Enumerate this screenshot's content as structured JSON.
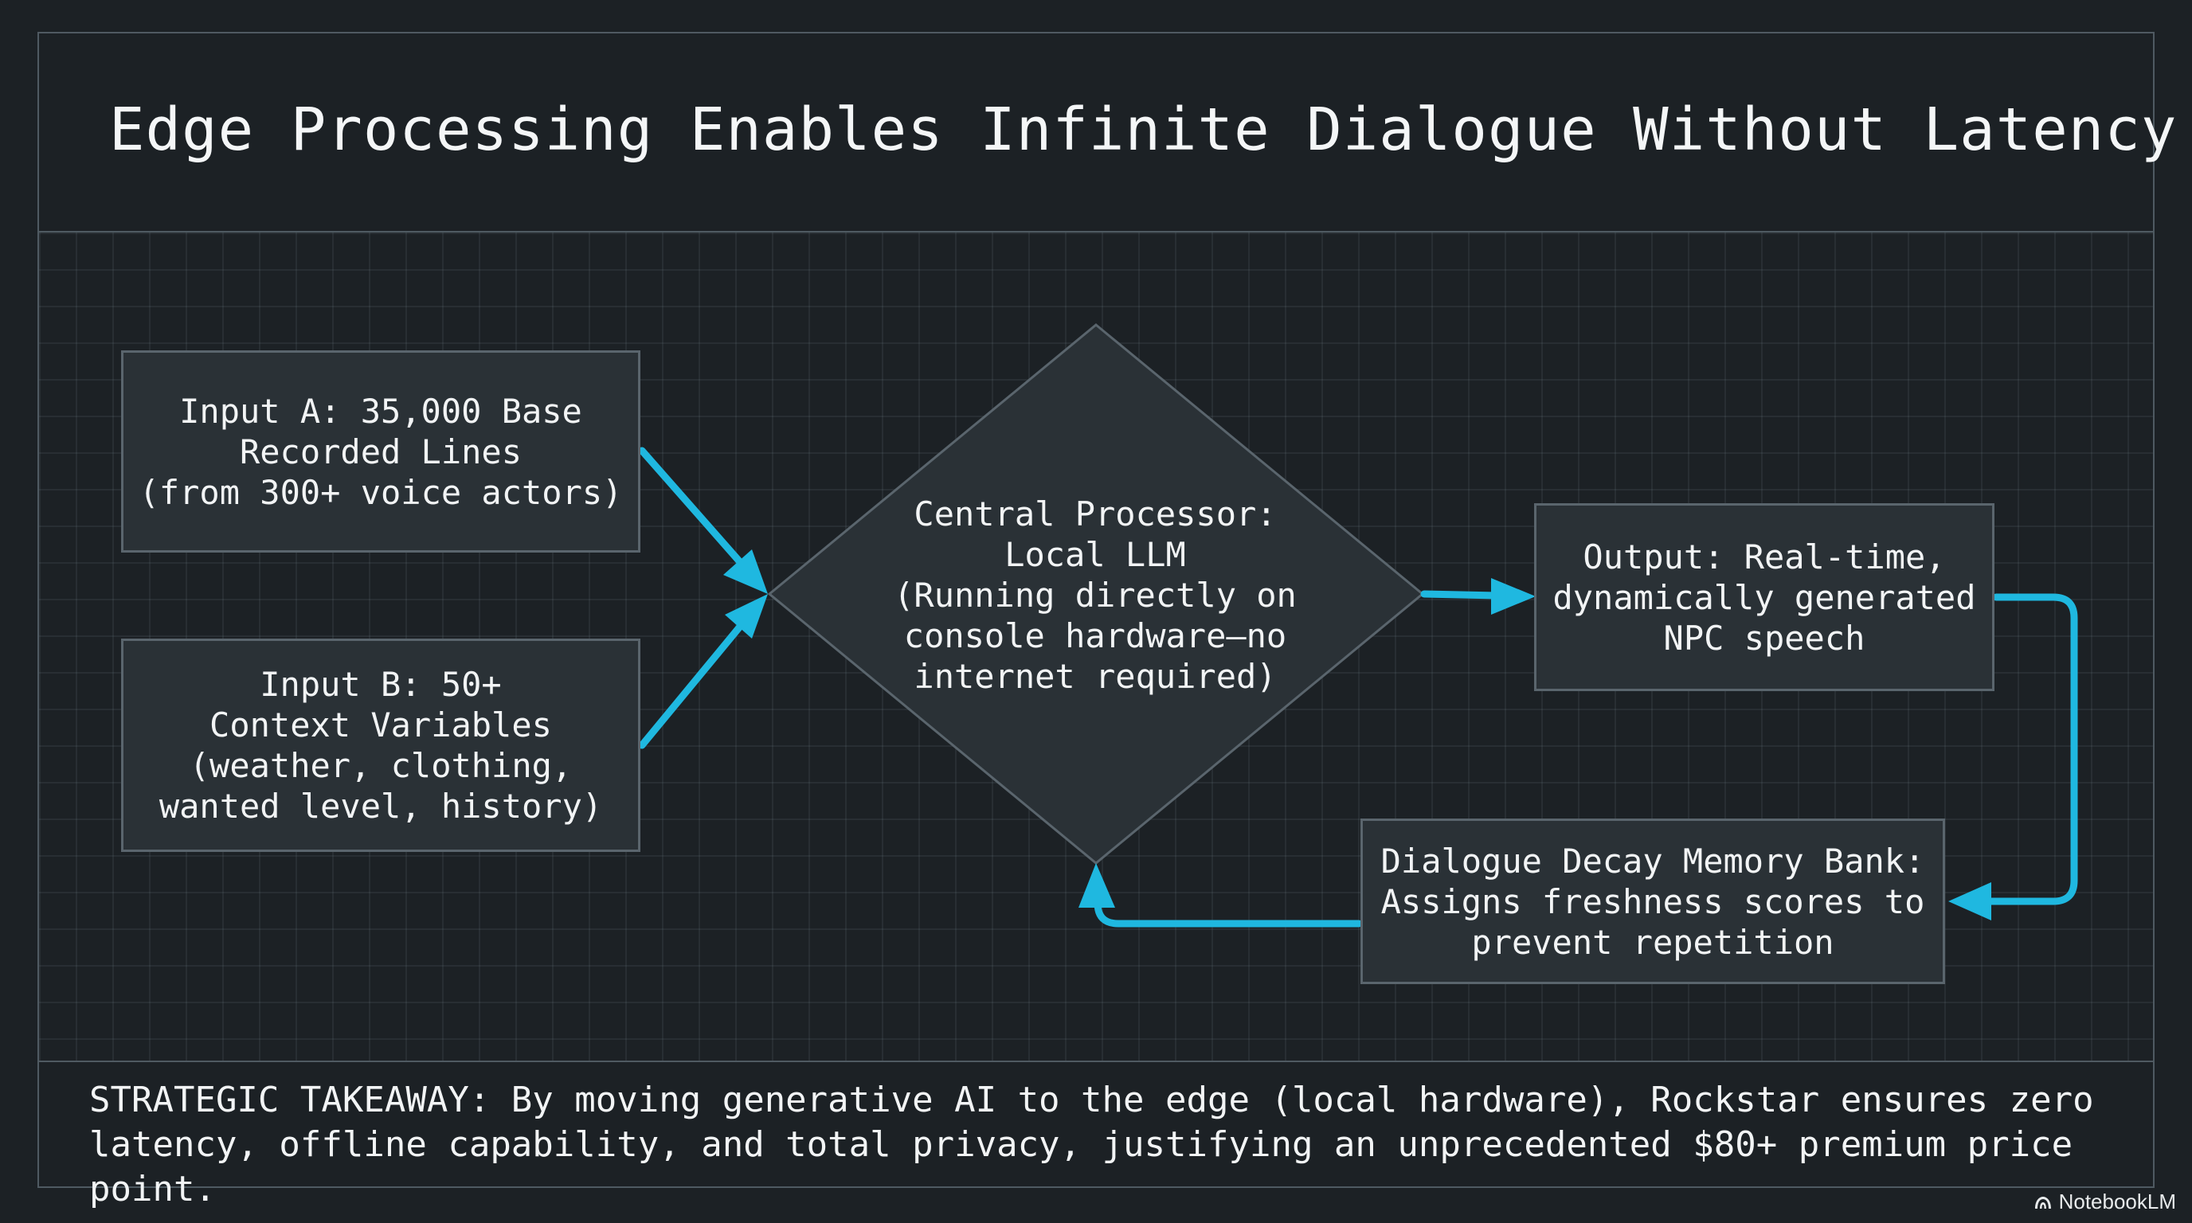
{
  "slide": {
    "title": "Edge Processing Enables Infinite Dialogue Without Latency",
    "takeaway": "STRATEGIC TAKEAWAY: By moving generative AI to the edge (local hardware), Rockstar ensures zero\nlatency, offline capability, and total privacy, justifying an unprecedented $80+ premium price point."
  },
  "nodes": {
    "input_a": "Input A: 35,000 Base\nRecorded Lines\n(from 300+ voice actors)",
    "input_b": "Input B: 50+\nContext Variables\n(weather, clothing,\nwanted level, history)",
    "processor": "Central Processor:\nLocal LLM\n(Running directly on\nconsole hardware—no\ninternet required)",
    "output": "Output: Real-time,\ndynamically generated\nNPC speech",
    "memory": "Dialogue Decay Memory Bank:\nAssigns freshness scores to\nprevent repetition"
  },
  "colors": {
    "background": "#1c2125",
    "node_fill": "#2a3136",
    "node_border": "#5a656d",
    "arrow": "#1fb8e0",
    "text": "#f2f4f5"
  },
  "brand": {
    "label": "NotebookLM",
    "icon": "notebooklm-logo-icon"
  }
}
